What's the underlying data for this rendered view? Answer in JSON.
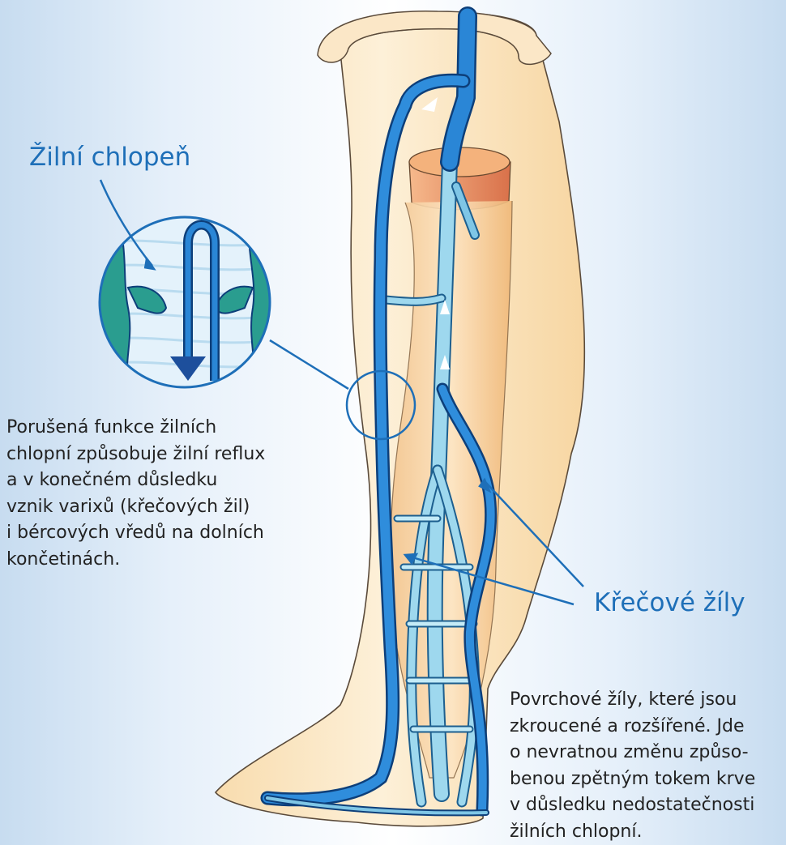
{
  "valve_callout": {
    "heading": "Žilní chlopeň",
    "text": "Porušená funkce žilních\nchlopní způsobuje žilní reflux\na v konečném důsledku\nvznik varixů (křečových žil)\ni bércových vředů na dolních\nkončetinách."
  },
  "varix_callout": {
    "heading": "Křečové žíly",
    "text": "Povrchové žíly, které jsou\nzkroucené a rozšířené. Jde\no nevratnou změnu způso-\nbenou zpětným tokem krve\nv důsledku nedostatečnosti\nžilních chlopní."
  },
  "colors": {
    "heading": "#1e6fb8",
    "vein_dark": "#1565b8",
    "vein_light": "#7fc6e6",
    "skin": "#fde9c8",
    "muscle": "#f6c58c",
    "valve_tissue": "#2a9d8f"
  }
}
